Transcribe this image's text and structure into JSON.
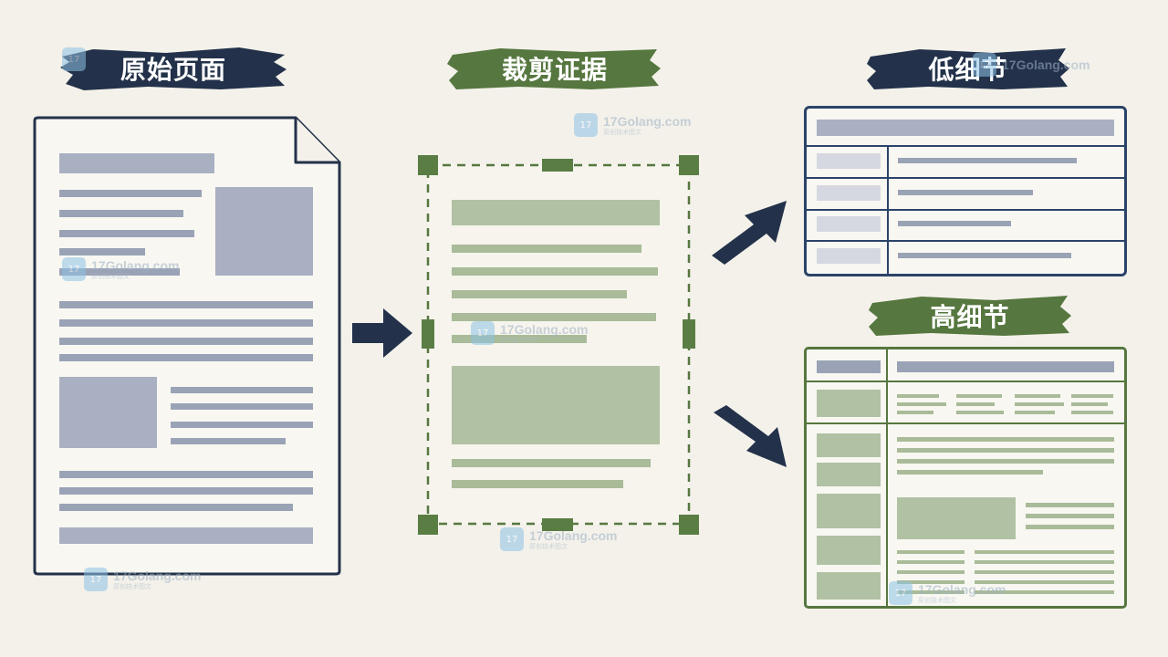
{
  "labels": {
    "original_page": "原始页面",
    "crop_evidence": "裁剪证据",
    "low_detail": "低细节",
    "high_detail": "高细节"
  },
  "watermark": {
    "site": "17Golang.com",
    "sub": "原创技术图文"
  },
  "colors": {
    "navy": "#23324a",
    "green": "#56773f",
    "gray_bar": "#9aa3b6",
    "green_bar": "#a9bb98",
    "background": "#f3f1ea"
  }
}
